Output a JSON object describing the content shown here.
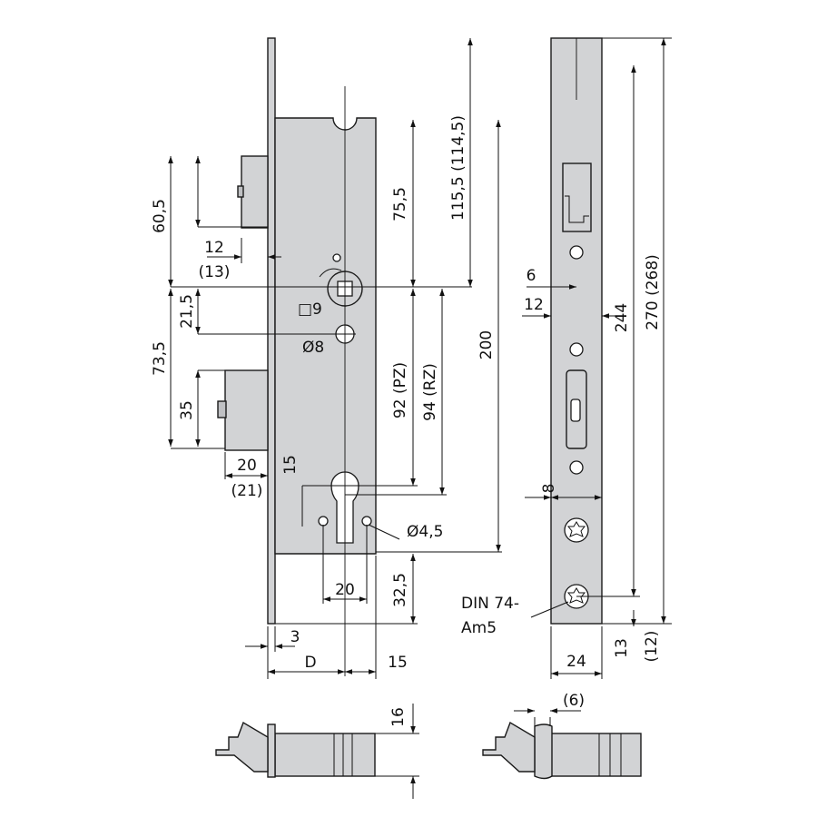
{
  "diagram": {
    "front": {
      "d60_5": "60,5",
      "d12": "12",
      "d13": "(13)",
      "d21_5": "21,5",
      "d73_5": "73,5",
      "d35": "35",
      "d20_bolt": "20",
      "d21": "(21)",
      "d75_5": "75,5",
      "d115_5": "115,5 (114,5)",
      "d92": "92 (PZ)",
      "d94": "94 (RZ)",
      "d200": "200",
      "sq9": "□9",
      "dia8": "Ø8",
      "d15_top": "15",
      "dia4_5": "Ø4,5",
      "d20_cyl": "20",
      "d32_5": "32,5",
      "d3": "3",
      "dD": "D",
      "d15_bottom": "15"
    },
    "side": {
      "d6": "6",
      "d12": "12",
      "d244": "244",
      "d270": "270 (268)",
      "d8": "8",
      "din1": "DIN 74-",
      "din2": "Am5",
      "d13": "13",
      "d12b": "(12)",
      "d24": "24"
    },
    "bottom": {
      "d16": "16",
      "d6": "(6)"
    }
  }
}
